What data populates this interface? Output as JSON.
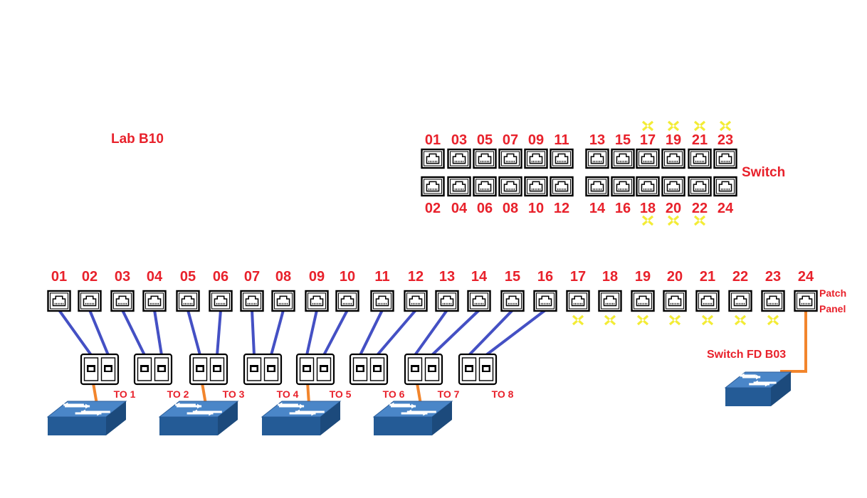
{
  "lab_label": "Lab B10",
  "switch_label": "Switch",
  "switch_top_ports": [
    "01",
    "03",
    "05",
    "07",
    "09",
    "11",
    "13",
    "15",
    "17",
    "19",
    "21",
    "23"
  ],
  "switch_bottom_ports": [
    "02",
    "04",
    "06",
    "08",
    "10",
    "12",
    "14",
    "16",
    "18",
    "20",
    "22",
    "24"
  ],
  "switch_disabled_ports": [
    "17",
    "18",
    "19",
    "20",
    "21",
    "22",
    "23"
  ],
  "patch_panel_label_line1": "Patch",
  "patch_panel_label_line2": "Panel",
  "patch_panel_ports": [
    "01",
    "02",
    "03",
    "04",
    "05",
    "06",
    "07",
    "08",
    "09",
    "10",
    "11",
    "12",
    "13",
    "14",
    "15",
    "16",
    "17",
    "18",
    "19",
    "20",
    "21",
    "22",
    "23",
    "24"
  ],
  "patch_panel_disabled_ports": [
    "17",
    "18",
    "19",
    "20",
    "21",
    "22",
    "23"
  ],
  "wall_outlets": [
    "TO 1",
    "TO 2",
    "TO 3",
    "TO 4",
    "TO 5",
    "TO 6",
    "TO 7",
    "TO 8"
  ],
  "outlet_links": [
    [
      "01",
      "02"
    ],
    [
      "03",
      "04"
    ],
    [
      "05",
      "06"
    ],
    [
      "07",
      "08"
    ],
    [
      "09",
      "10"
    ],
    [
      "11",
      "12"
    ],
    [
      "13",
      "14"
    ],
    [
      "15",
      "16"
    ]
  ],
  "desk_switch_links": [
    "TO 1",
    "TO 3",
    "TO 5",
    "TO 7"
  ],
  "uplink_switch_label": "Switch FD B03",
  "uplink_port": "24",
  "colors": {
    "label": "#e8212b",
    "patch_cable": "#4450c4",
    "uplink_cable": "#f2852c",
    "disabled_mark": "#f3ec35",
    "switch_top": "#4a86c8",
    "switch_side": "#245b96"
  }
}
